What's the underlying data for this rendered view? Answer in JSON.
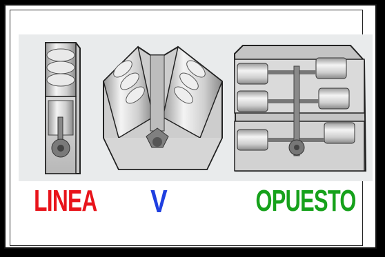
{
  "labels": {
    "inline": "LINEA",
    "v": "V",
    "opposed": "OPUESTO"
  },
  "colors": {
    "inline": "#e8141b",
    "v": "#1f3fe0",
    "opposed": "#16a11b"
  },
  "diagrams": [
    "inline-engine",
    "v-engine",
    "opposed-engine"
  ]
}
